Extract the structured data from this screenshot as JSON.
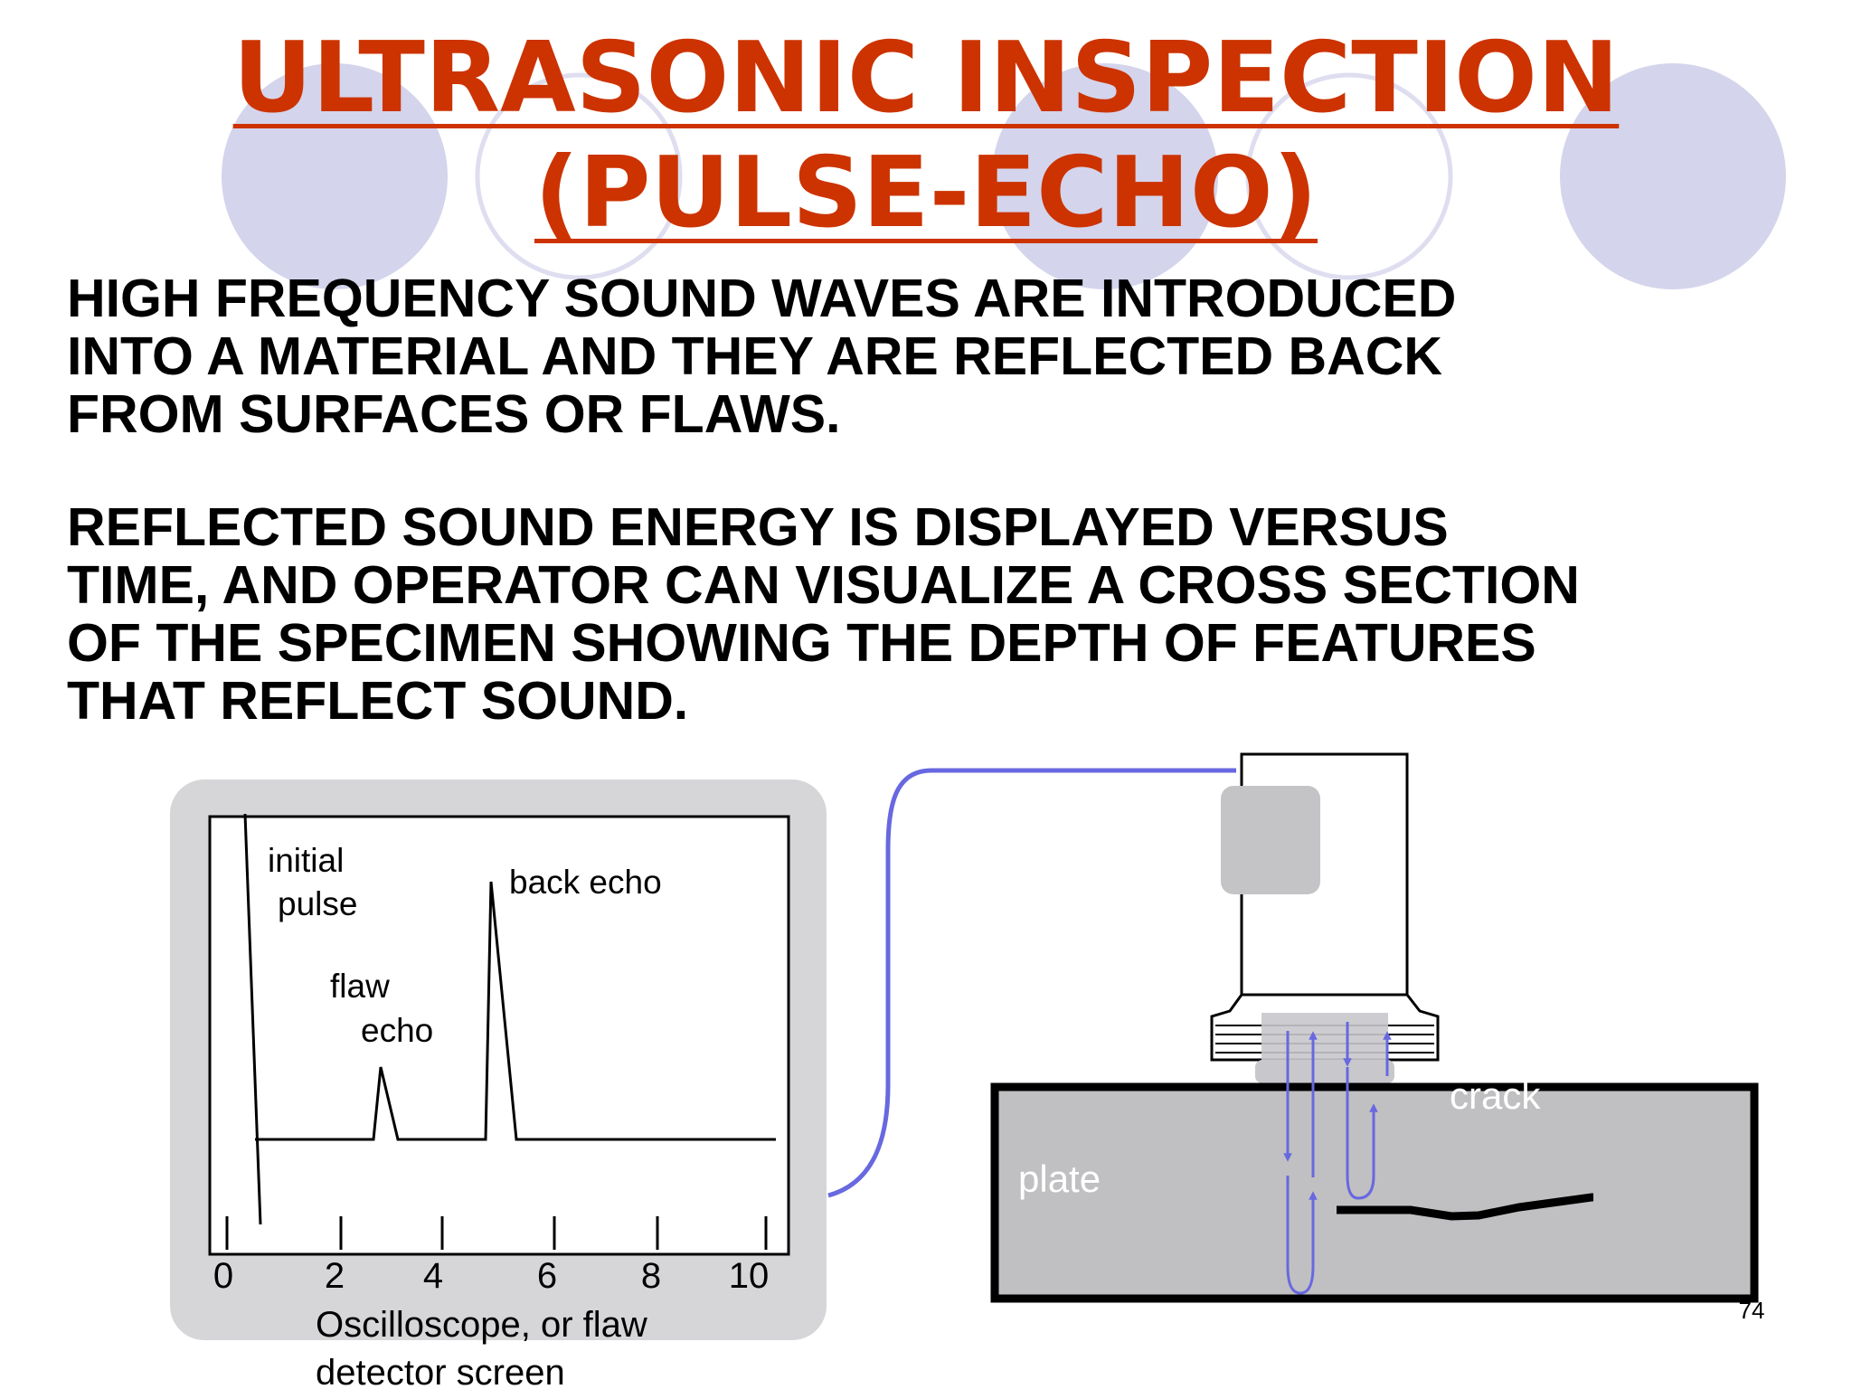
{
  "slide": {
    "title_line1": "ULTRASONIC INSPECTION",
    "title_line2": "(PULSE-ECHO)",
    "paragraph1": "HIGH FREQUENCY SOUND WAVES ARE INTRODUCED\nINTO A MATERIAL AND THEY ARE REFLECTED BACK\nFROM SURFACES OR FLAWS.",
    "paragraph2": "REFLECTED SOUND ENERGY IS DISPLAYED VERSUS\nTIME, AND OPERATOR CAN VISUALIZE A CROSS SECTION\nOF THE SPECIMEN SHOWING THE DEPTH OF FEATURES\nTHAT REFLECT SOUND.",
    "page_number": "74"
  },
  "oscilloscope": {
    "labels": {
      "initial_1": "initial",
      "initial_2": "pulse",
      "flaw_1": "flaw",
      "flaw_2": "echo",
      "back": "back echo"
    },
    "ticks": [
      "0",
      "2",
      "4",
      "6",
      "8",
      "10"
    ],
    "caption_line1": "Oscilloscope, or flaw",
    "caption_line2": "detector screen"
  },
  "specimen": {
    "plate_label": "plate",
    "crack_label": "crack"
  },
  "colors": {
    "title": "#cc3300",
    "circle_fill": "#d4d4ec",
    "beam": "#6868e0",
    "screen_bezel": "#d6d6d8",
    "plate": "#c0c0c2"
  }
}
